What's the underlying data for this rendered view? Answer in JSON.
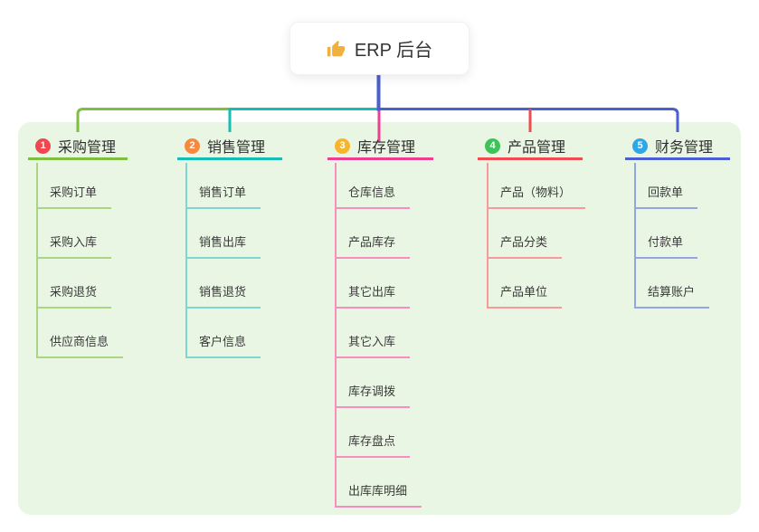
{
  "root": {
    "label": "ERP 后台",
    "icon": "thumbs-up"
  },
  "colors": {
    "panel": "#e9f6e4",
    "root_line": "#4a5fd0",
    "text": "#333333"
  },
  "branches": [
    {
      "index": "1",
      "label": "采购管理",
      "color": "#7dbf40",
      "light": "#a9d584",
      "badge": "#f1464f",
      "children": [
        "采购订单",
        "采购入库",
        "采购退货",
        "供应商信息"
      ]
    },
    {
      "index": "2",
      "label": "销售管理",
      "color": "#16bdb2",
      "light": "#7fd6cf",
      "badge": "#f6883f",
      "children": [
        "销售订单",
        "销售出库",
        "销售退货",
        "客户信息"
      ]
    },
    {
      "index": "3",
      "label": "库存管理",
      "color": "#ed3f92",
      "light": "#f48fc0",
      "badge": "#f7b52c",
      "children": [
        "仓库信息",
        "产品库存",
        "其它出库",
        "其它入库",
        "库存调拨",
        "库存盘点",
        "出库库明细"
      ]
    },
    {
      "index": "4",
      "label": "产品管理",
      "color": "#f04b50",
      "light": "#f79a9b",
      "badge": "#3ec25a",
      "children": [
        "产品（物料）",
        "产品分类",
        "产品单位"
      ]
    },
    {
      "index": "5",
      "label": "财务管理",
      "color": "#4a5fd0",
      "light": "#93a6e0",
      "badge": "#2ea6e8",
      "children": [
        "回款单",
        "付款单",
        "结算账户"
      ]
    }
  ]
}
